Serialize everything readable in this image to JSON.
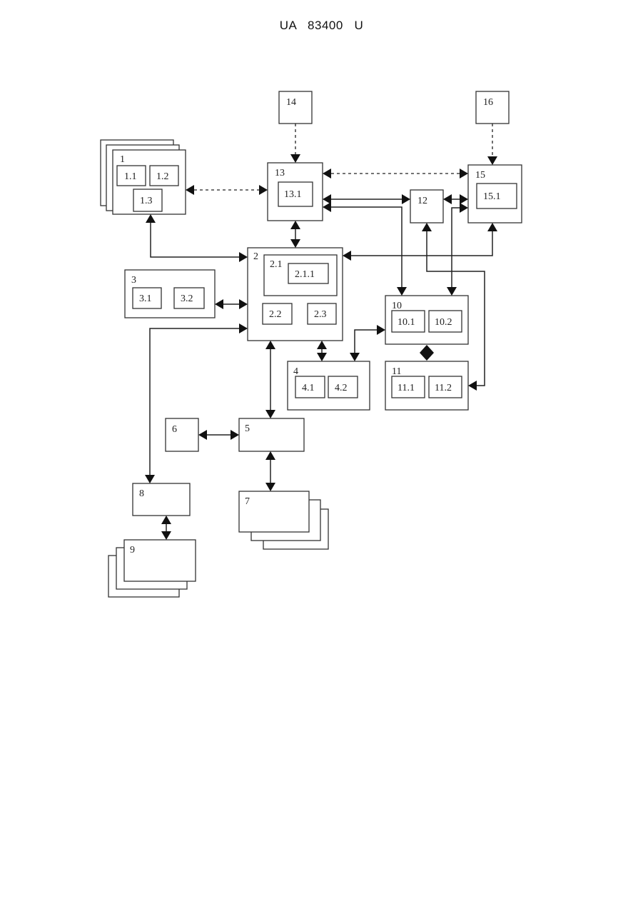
{
  "header": {
    "text": "UA   83400   U"
  },
  "blocks": {
    "b1": {
      "label": "1",
      "subs": [
        "1.1",
        "1.2",
        "1.3"
      ]
    },
    "b2": {
      "label": "2",
      "subs": [
        "2.1",
        "2.1.1",
        "2.2",
        "2.3"
      ]
    },
    "b3": {
      "label": "3",
      "subs": [
        "3.1",
        "3.2"
      ]
    },
    "b4": {
      "label": "4",
      "subs": [
        "4.1",
        "4.2"
      ]
    },
    "b5": {
      "label": "5"
    },
    "b6": {
      "label": "6"
    },
    "b7": {
      "label": "7"
    },
    "b8": {
      "label": "8"
    },
    "b9": {
      "label": "9"
    },
    "b10": {
      "label": "10",
      "subs": [
        "10.1",
        "10.2"
      ]
    },
    "b11": {
      "label": "11",
      "subs": [
        "11.1",
        "11.2"
      ]
    },
    "b12": {
      "label": "12"
    },
    "b13": {
      "label": "13",
      "subs": [
        "13.1"
      ]
    },
    "b14": {
      "label": "14"
    },
    "b15": {
      "label": "15",
      "subs": [
        "15.1"
      ]
    },
    "b16": {
      "label": "16"
    }
  }
}
